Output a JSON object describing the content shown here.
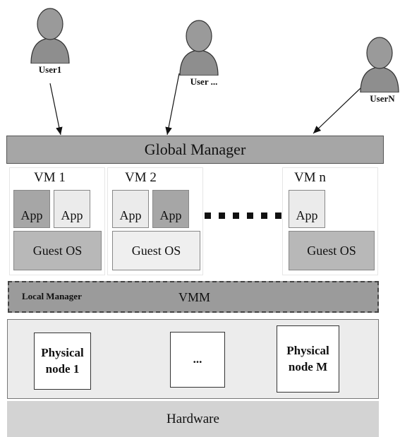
{
  "users": [
    {
      "label": "User1"
    },
    {
      "label": "User ..."
    },
    {
      "label": "UserN"
    }
  ],
  "global_manager": "Global Manager",
  "vms": [
    {
      "title": "VM 1",
      "apps": [
        "App",
        "App"
      ],
      "guest_os": "Guest OS"
    },
    {
      "title": "VM 2",
      "apps": [
        "App",
        "App"
      ],
      "guest_os": "Guest OS"
    },
    {
      "title": "VM n",
      "apps": [
        "App"
      ],
      "guest_os": "Guest OS"
    }
  ],
  "vmm": {
    "local_manager": "Local Manager",
    "label": "VMM"
  },
  "physical_nodes": [
    {
      "line1": "Physical",
      "line2": "node 1"
    },
    {
      "line1": "...",
      "line2": ""
    },
    {
      "line1": "Physical",
      "line2": "node M"
    }
  ],
  "hardware": "Hardware",
  "colors": {
    "manager_gray": "#a6a6a6",
    "app_dark": "#a6a6a6",
    "app_light": "#ebebeb",
    "vmm_gray": "#9b9b9b",
    "hardware_gray": "#d3d3d3"
  }
}
